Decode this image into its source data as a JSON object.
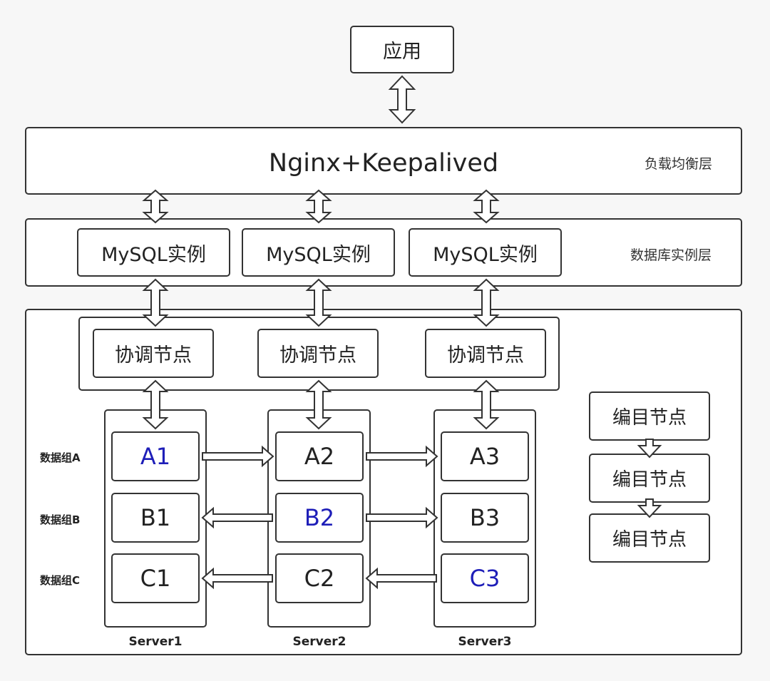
{
  "app": {
    "label": "应用"
  },
  "load_balancer": {
    "label": "Nginx+Keepalived",
    "layer_label": "负载均衡层"
  },
  "db_instance_layer": {
    "layer_label": "数据库实例层",
    "instances": [
      "MySQL实例",
      "MySQL实例",
      "MySQL实例"
    ]
  },
  "coordinator_nodes": [
    "协调节点",
    "协调节点",
    "协调节点"
  ],
  "catalog_nodes": [
    "编目节点",
    "编目节点",
    "编目节点"
  ],
  "data_groups": [
    "数据组A",
    "数据组B",
    "数据组C"
  ],
  "servers": [
    {
      "name": "Server1",
      "cells": [
        "A1",
        "B1",
        "C1"
      ]
    },
    {
      "name": "Server2",
      "cells": [
        "A2",
        "B2",
        "C2"
      ]
    },
    {
      "name": "Server3",
      "cells": [
        "A3",
        "B3",
        "C3"
      ]
    }
  ],
  "primary_cells": [
    "A1",
    "B2",
    "C3"
  ],
  "colors": {
    "primary_text": "#1e1eb8",
    "border": "#333333",
    "background": "#f7f7f7"
  }
}
